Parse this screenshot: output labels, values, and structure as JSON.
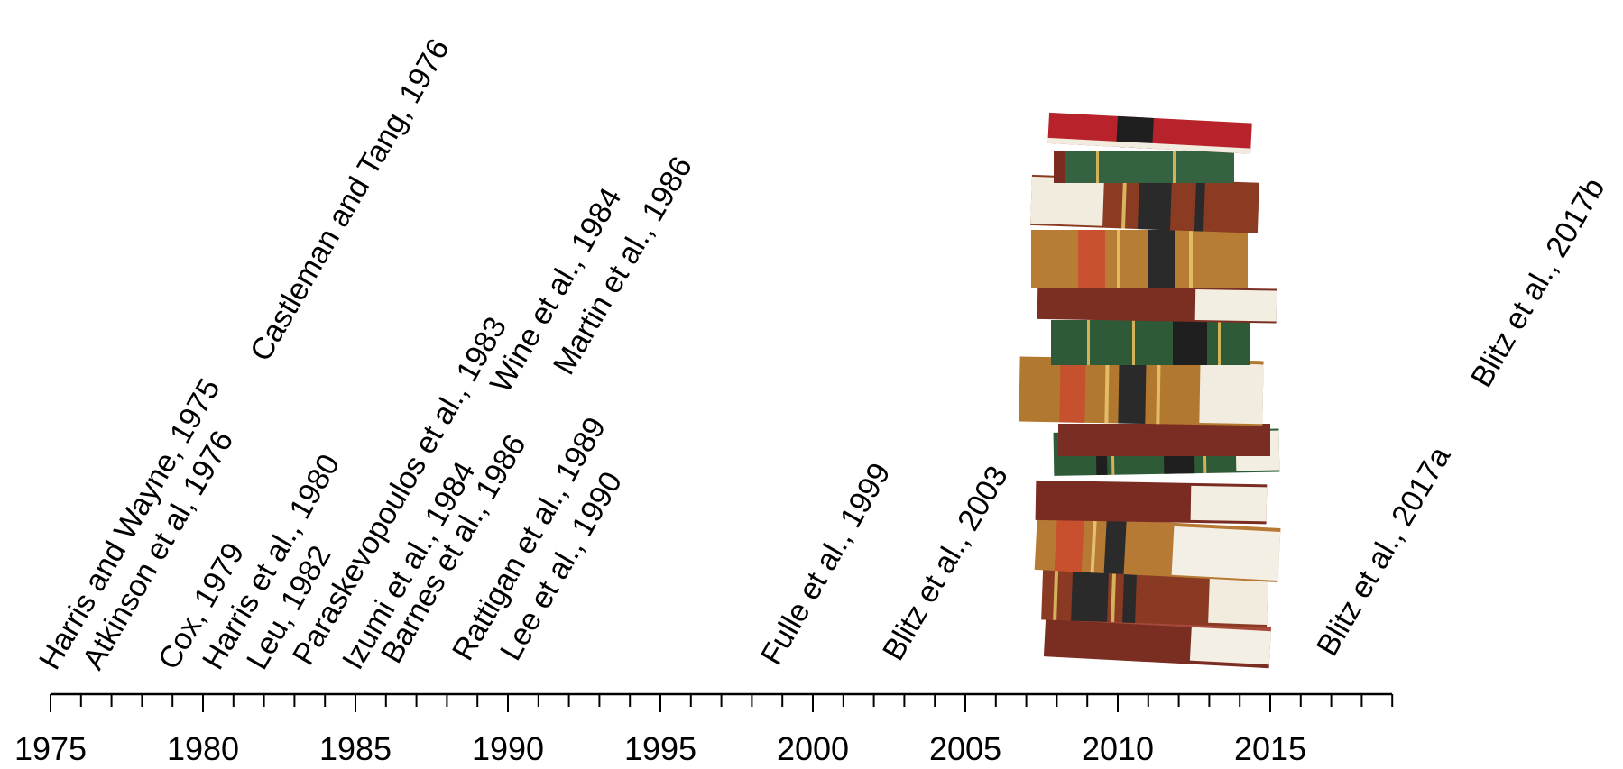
{
  "axis": {
    "start": 1975,
    "end": 2019,
    "ticks": [
      "1975",
      "1980",
      "1985",
      "1990",
      "1995",
      "2000",
      "2005",
      "2010",
      "2015"
    ]
  },
  "references": [
    {
      "text": "Harris and Wayne, 1975",
      "year": 1975
    },
    {
      "text": "Atkinson et al, 1976",
      "year": 1976
    },
    {
      "text": "Castleman and Tang, 1976",
      "year": 1976
    },
    {
      "text": "Cox, 1979",
      "year": 1979
    },
    {
      "text": "Harris et al., 1980",
      "year": 1980
    },
    {
      "text": "Leu, 1982",
      "year": 1982
    },
    {
      "text": "Paraskevopoulos et al., 1983",
      "year": 1983
    },
    {
      "text": "Izumi et al., 1984",
      "year": 1984
    },
    {
      "text": "Wine et al., 1984",
      "year": 1984
    },
    {
      "text": "Barnes et al., 1986",
      "year": 1986
    },
    {
      "text": "Martin et al., 1986",
      "year": 1986
    },
    {
      "text": "Rattigan et al., 1989",
      "year": 1989
    },
    {
      "text": "Lee et al., 1990",
      "year": 1990
    },
    {
      "text": "Fulle et al., 1999",
      "year": 1999
    },
    {
      "text": "Blitz et al., 2003",
      "year": 2003
    },
    {
      "text": "Blitz et al., 2017a",
      "year": 2017
    },
    {
      "text": "Blitz et al., 2017b",
      "year": 2017
    }
  ],
  "illustration": "stack-of-books-icon"
}
